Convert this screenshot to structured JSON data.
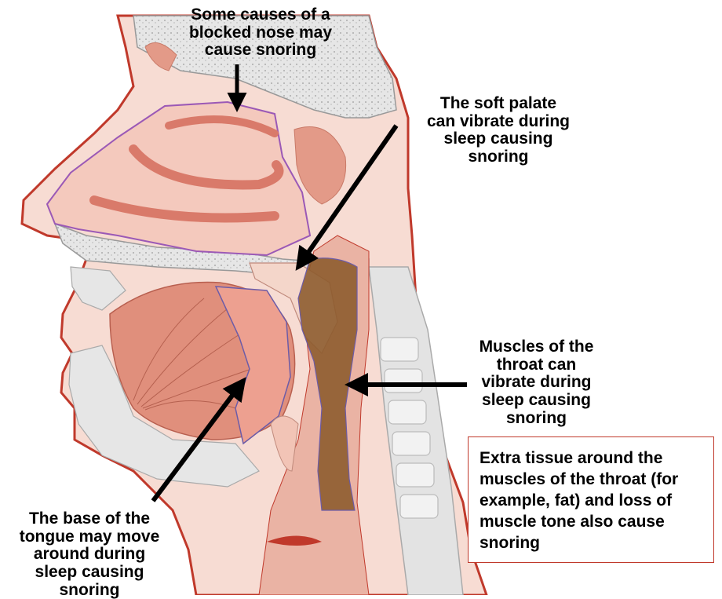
{
  "labels": {
    "nose": "Some causes of a\nblocked nose may\ncause snoring",
    "soft_palate": "The soft palate\ncan vibrate during\nsleep causing\nsnoring",
    "throat": "Muscles of the\nthroat can\nvibrate during\nsleep causing\nsnoring",
    "tongue": "The base of the\ntongue may move\naround during\nsleep causing\nsnoring"
  },
  "note": {
    "text": "Extra tissue around the\nmuscles of the throat (for\nexample, fat) and loss of\nmuscle tone also cause\nsnoring"
  },
  "colors": {
    "skin_outline": "#c0392b",
    "tissue": "#e8a898",
    "tissue_light": "#f5d3c7",
    "muscle": "#d97a6a",
    "bone": "#d9d9d9",
    "throat_muscle": "#8b5a2b",
    "nasal_outline": "#9b59b6",
    "note_border": "#c0392b"
  }
}
